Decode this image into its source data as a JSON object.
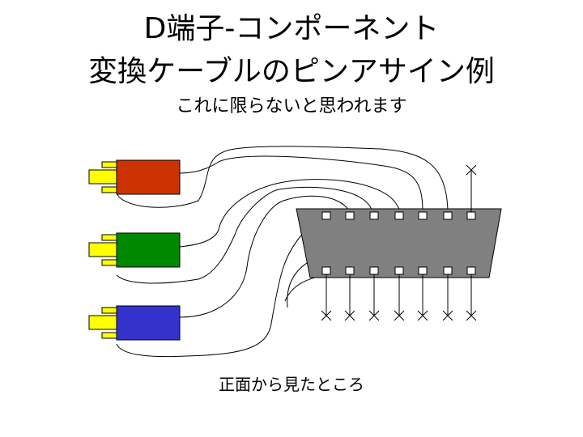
{
  "title": {
    "line1": "D端子-コンポーネント",
    "line2": "変換ケーブルのピンアサイン例",
    "note": "これに限らないと思われます"
  },
  "caption": "正面から見たところ",
  "colors": {
    "plug_red": "#cc3300",
    "plug_green": "#008800",
    "plug_blue": "#3333cc",
    "plug_tip": "#ffff00",
    "connector_body": "#808080",
    "pin": "#ffffff",
    "wire": "#000000"
  },
  "plugs": [
    {
      "name": "red",
      "color_key": "plug_red"
    },
    {
      "name": "green",
      "color_key": "plug_green"
    },
    {
      "name": "blue",
      "color_key": "plug_blue"
    }
  ],
  "connector": {
    "top_row_pins": 7,
    "bottom_row_pins": 7,
    "unused_pin_marker": "×"
  }
}
